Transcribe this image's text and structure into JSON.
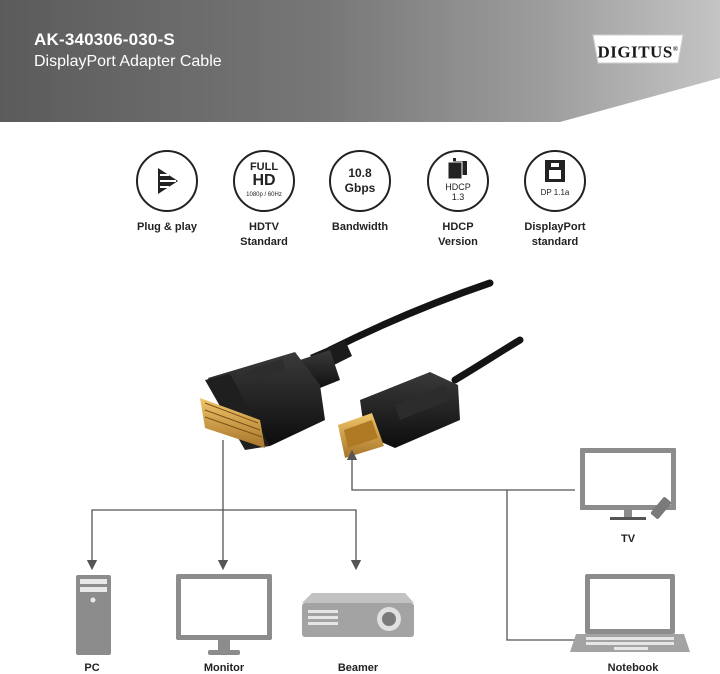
{
  "header": {
    "sku": "AK-340306-030-S",
    "title": "DisplayPort Adapter Cable",
    "logo_text": "DIGITUS",
    "logo_mark": "®"
  },
  "features": [
    {
      "icon": "play-icon",
      "label_line1": "Plug & play",
      "label_line2": ""
    },
    {
      "icon": "full-hd-icon",
      "icon_text1": "FULL",
      "icon_text2": "HD",
      "icon_text3": "1080p / 60Hz",
      "label_line1": "HDTV",
      "label_line2": "Standard"
    },
    {
      "icon": "bandwidth-icon",
      "icon_text1": "10.8",
      "icon_text2": "Gbps",
      "label_line1": "Bandwidth",
      "label_line2": ""
    },
    {
      "icon": "hdcp-icon",
      "icon_text1": "HDCP",
      "icon_text2": "1.3",
      "label_line1": "HDCP",
      "label_line2": "Version"
    },
    {
      "icon": "displayport-icon",
      "icon_text1": "DP 1.1a",
      "label_line1": "DisplayPort",
      "label_line2": "standard"
    }
  ],
  "devices": {
    "pc": "PC",
    "monitor": "Monitor",
    "beamer": "Beamer",
    "tv": "TV",
    "notebook": "Notebook"
  },
  "colors": {
    "connector_gold": "#d9a441",
    "cable_black": "#1b1b1b",
    "line_gray": "#5a5a5a",
    "device_gray": "#8c8c8c"
  }
}
